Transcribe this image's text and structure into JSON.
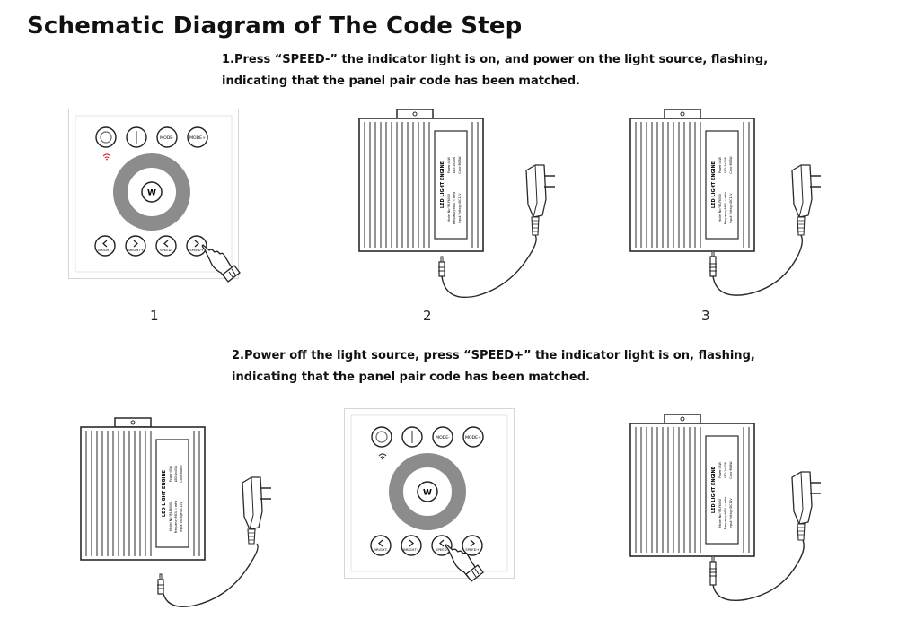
{
  "title": "Schematic Diagram of The Code Step",
  "step1": {
    "line1": "1.Press “SPEED-” the indicator light is on, and power on the light source, flashing,",
    "line2": "indicating that the panel pair code has been matched."
  },
  "step2": {
    "line1": "2.Power off the light source, press “SPEED+” the indicator light is on, flashing,",
    "line2": "indicating that the panel pair code has been matched."
  },
  "figure_numbers": [
    "1",
    "2",
    "3"
  ],
  "panel": {
    "top_buttons": [
      "",
      "",
      "MODE-",
      "MODE+"
    ],
    "center_label": "W",
    "bottom_buttons": [
      "BRIGHT-",
      "BRIGHT+",
      "SPEED-",
      "SPEED+"
    ]
  },
  "engine": {
    "brand_text": "LED LIGHT ENGINE",
    "spec_lines": [
      "Model No:YM-F6000",
      "Frequency:MCU ≈ mHz",
      "Input Voltage:DC12V",
      "Power:45W",
      "LED:1x45W",
      "Color:RGBW"
    ]
  },
  "colors": {
    "text": "#111111",
    "line": "#2a2a2a",
    "ring": "#8c8c8c"
  }
}
